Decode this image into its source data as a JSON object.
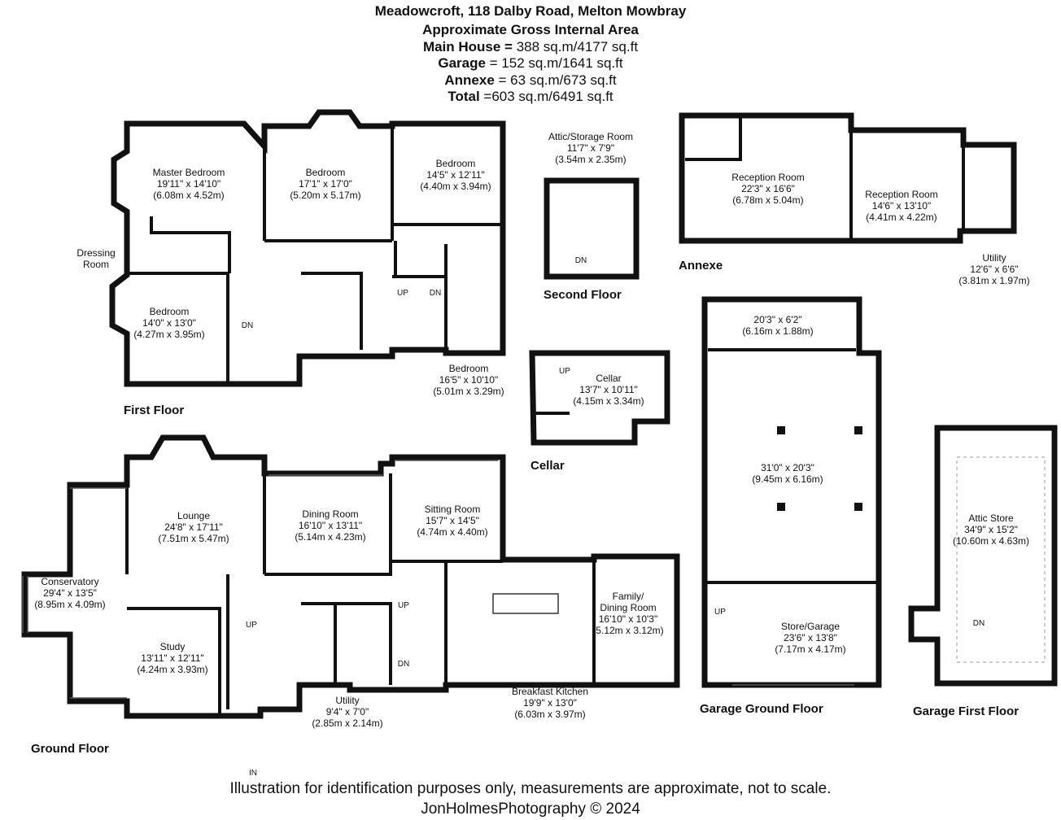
{
  "header": {
    "address": "Meadowcroft, 118 Dalby Road, Melton Mowbray",
    "area_title": "Approximate Gross Internal Area",
    "areas": [
      {
        "label": "Main House =",
        "value": " 388 sq.m/4177 sq.ft"
      },
      {
        "label": "Garage",
        "value": " = 152 sq.m/1641 sq.ft"
      },
      {
        "label": "Annexe",
        "value": " = 63 sq.m/673 sq.ft"
      },
      {
        "label": "Total",
        "value": " =603 sq.m/6491 sq.ft"
      }
    ]
  },
  "floors": {
    "first": "First Floor",
    "second": "Second Floor",
    "annexe": "Annexe",
    "cellar": "Cellar",
    "ground": "Ground Floor",
    "garage_ground": "Garage Ground Floor",
    "garage_first": "Garage First Floor"
  },
  "rooms": {
    "master_bedroom": {
      "name": "Master Bedroom",
      "imp": "19'11\" x 14'10\"",
      "met": "(6.08m x 4.52m)"
    },
    "bedroom2": {
      "name": "Bedroom",
      "imp": "17'1\" x 17'0\"",
      "met": "(5.20m x 5.17m)"
    },
    "bedroom3": {
      "name": "Bedroom",
      "imp": "14'5\" x 12'11\"",
      "met": "(4.40m x 3.94m)"
    },
    "dressing": {
      "name": "Dressing",
      "name2": "Room"
    },
    "bedroom4": {
      "name": "Bedroom",
      "imp": "14'0\" x 13'0\"",
      "met": "(4.27m x 3.95m)"
    },
    "bedroom5": {
      "name": "Bedroom",
      "imp": "16'5\" x 10'10\"",
      "met": "(5.01m x 3.29m)"
    },
    "attic_storage": {
      "name": "Attic/Storage Room",
      "imp": "11'7\" x 7'9\"",
      "met": "(3.54m x 2.35m)"
    },
    "reception1": {
      "name": "Reception Room",
      "imp": "22'3\" x 16'6\"",
      "met": "(6.78m x 5.04m)"
    },
    "reception2": {
      "name": "Reception Room",
      "imp": "14'6\" x 13'10\"",
      "met": "(4.41m x 4.22m)"
    },
    "utility_annexe": {
      "name": "Utility",
      "imp": "12'6\" x 6'6\"",
      "met": "(3.81m x 1.97m)"
    },
    "cellar": {
      "name": "Cellar",
      "imp": "13'7\" x 10'11\"",
      "met": "(4.15m x 3.34m)"
    },
    "lounge": {
      "name": "Lounge",
      "imp": "24'8\" x 17'11\"",
      "met": "(7.51m x 5.47m)"
    },
    "dining": {
      "name": "Dining Room",
      "imp": "16'10\" x 13'11\"",
      "met": "(5.14m x 4.23m)"
    },
    "sitting": {
      "name": "Sitting Room",
      "imp": "15'7\" x 14'5\"",
      "met": "(4.74m x 4.40m)"
    },
    "conservatory": {
      "name": "Conservatory",
      "imp": "29'4\" x 13'5\"",
      "met": "(8.95m x 4.09m)"
    },
    "study": {
      "name": "Study",
      "imp": "13'11\" x 12'11\"",
      "met": "(4.24m x 3.93m)"
    },
    "utility": {
      "name": "Utility",
      "imp": "9'4\" x 7'0\"",
      "met": "(2.85m x 2.14m)"
    },
    "breakfast": {
      "name": "Breakfast Kitchen",
      "imp": "19'9\" x 13'0\"",
      "met": "(6.03m x 3.97m)"
    },
    "family": {
      "name": "Family/",
      "name2": "Dining Room",
      "imp": "16'10\" x 10'3\"",
      "met": "(5.12m x 3.12m)"
    },
    "garage_top": {
      "imp": "20'3\" x 6'2\"",
      "met": "(6.16m x 1.88m)"
    },
    "garage_main": {
      "imp": "31'0\" x 20'3\"",
      "met": "(9.45m x 6.16m)"
    },
    "store_garage": {
      "name": "Store/Garage",
      "imp": "23'6\" x 13'8\"",
      "met": "(7.17m x 4.17m)"
    },
    "attic_store": {
      "name": "Attic Store",
      "imp": "34'9\" x 15'2\"",
      "met": "(10.60m x 4.63m)"
    }
  },
  "markers": {
    "up": "UP",
    "dn": "DN",
    "in": "IN"
  },
  "footer": {
    "disclaimer": "Illustration for identification purposes only, measurements are approximate, not to scale.",
    "credit": "JonHolmesPhotography © 2024"
  }
}
